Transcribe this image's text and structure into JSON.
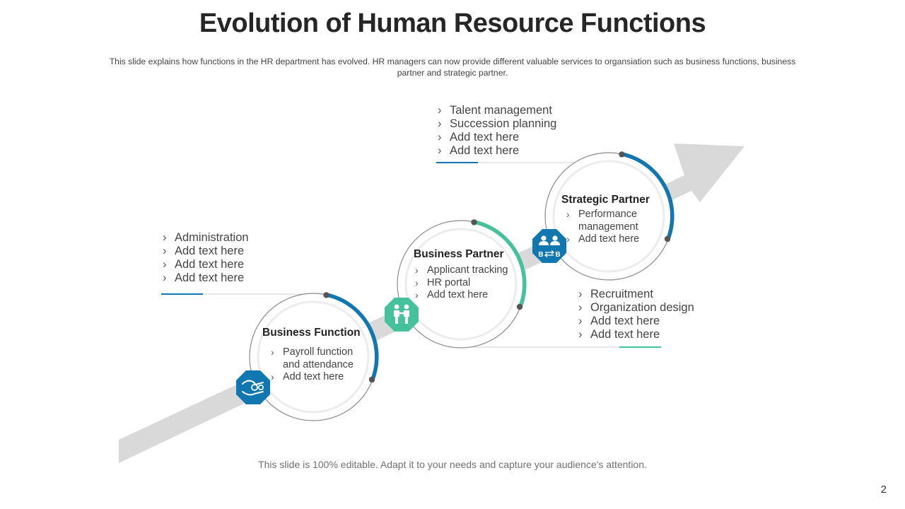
{
  "title": "Evolution of Human Resource Functions",
  "subtitle": "This slide explains how functions in the HR department has evolved.  HR managers can now provide  different  valuable  services to organsiation  such as business functions,  business partner  and strategic partner.",
  "footer": "This slide is 100% editable. Adapt it to your needs and capture your audience's attention.",
  "page_number": "2",
  "colors": {
    "blue": "#1177b0",
    "teal": "#45c19b",
    "arrow": "#d9d9d9",
    "ring": "#8c8c8c",
    "dot": "#555555"
  },
  "stages": [
    {
      "title": "Business Function",
      "items": [
        "Payroll function and attendance",
        "Add text here"
      ],
      "icon": "handshake-gears-icon",
      "accent": "blue",
      "outer_items": [
        "Administration",
        "Add text here",
        "Add text here",
        "Add text here"
      ]
    },
    {
      "title": "Business Partner",
      "items": [
        "Applicant tracking",
        "HR portal",
        "Add text here"
      ],
      "icon": "people-handshake-icon",
      "accent": "teal",
      "outer_items": [
        "Recruitment",
        "Organization design",
        "Add text here",
        "Add text here"
      ]
    },
    {
      "title": "Strategic Partner",
      "items": [
        "Performance management",
        "Add text here"
      ],
      "icon": "b2b-icon",
      "accent": "blue",
      "outer_items": [
        "Talent management",
        "Succession planning",
        "Add text here",
        "Add text here"
      ]
    }
  ],
  "b2b_icon_text": {
    "left": "B",
    "right": "B"
  }
}
